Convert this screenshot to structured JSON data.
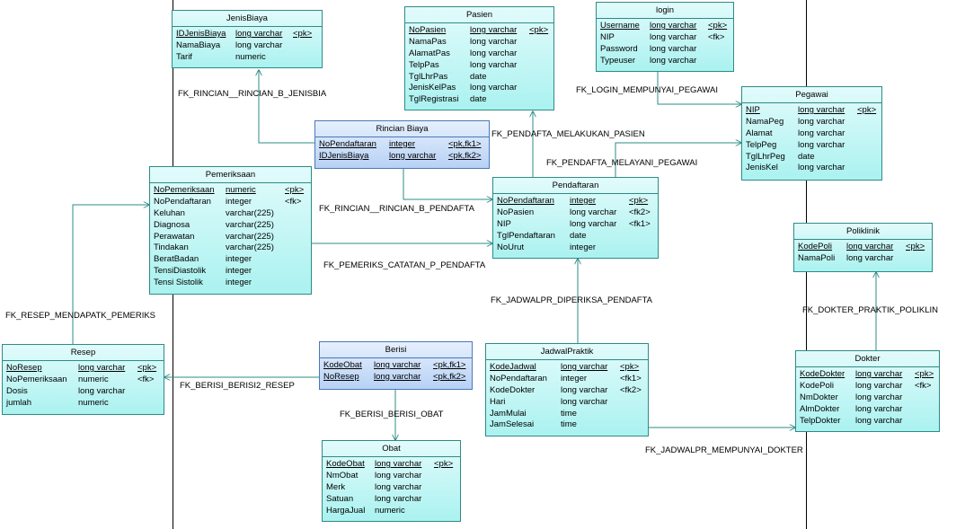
{
  "entities": {
    "jenisbiaya": {
      "title": "JenisBiaya",
      "rows": [
        {
          "name": "IDJenisBiaya",
          "type": "long varchar",
          "key": "<pk>"
        },
        {
          "name": "NamaBiaya",
          "type": "long varchar",
          "key": ""
        },
        {
          "name": "Tarif",
          "type": "numeric",
          "key": ""
        }
      ]
    },
    "pasien": {
      "title": "Pasien",
      "rows": [
        {
          "name": "NoPasien",
          "type": "long varchar",
          "key": "<pk>"
        },
        {
          "name": "NamaPas",
          "type": "long varchar",
          "key": ""
        },
        {
          "name": "AlamatPas",
          "type": "long varchar",
          "key": ""
        },
        {
          "name": "TelpPas",
          "type": "long varchar",
          "key": ""
        },
        {
          "name": "TglLhrPas",
          "type": "date",
          "key": ""
        },
        {
          "name": "JenisKelPas",
          "type": "long varchar",
          "key": ""
        },
        {
          "name": "TglRegistrasi",
          "type": "date",
          "key": ""
        }
      ]
    },
    "login": {
      "title": "login",
      "rows": [
        {
          "name": "Username",
          "type": "long varchar",
          "key": "<pk>"
        },
        {
          "name": "NIP",
          "type": "long varchar",
          "key": "<fk>"
        },
        {
          "name": "Password",
          "type": "long varchar",
          "key": ""
        },
        {
          "name": "Typeuser",
          "type": "long varchar",
          "key": ""
        }
      ]
    },
    "pegawai": {
      "title": "Pegawai",
      "rows": [
        {
          "name": "NIP",
          "type": "long varchar",
          "key": "<pk>"
        },
        {
          "name": "NamaPeg",
          "type": "long varchar",
          "key": ""
        },
        {
          "name": "Alamat",
          "type": "long varchar",
          "key": ""
        },
        {
          "name": "TelpPeg",
          "type": "long varchar",
          "key": ""
        },
        {
          "name": "TglLhrPeg",
          "type": "date",
          "key": ""
        },
        {
          "name": "JenisKel",
          "type": "long varchar",
          "key": ""
        }
      ]
    },
    "rincianbiaya": {
      "title": "Rincian Biaya",
      "rows": [
        {
          "name": "NoPendaftaran",
          "type": "integer",
          "key": "<pk,fk1>"
        },
        {
          "name": "IDJenisBiaya",
          "type": "long varchar",
          "key": "<pk,fk2>"
        }
      ]
    },
    "pemeriksaan": {
      "title": "Pemeriksaan",
      "rows": [
        {
          "name": "NoPemeriksaan",
          "type": "numeric",
          "key": "<pk>"
        },
        {
          "name": "NoPendaftaran",
          "type": "integer",
          "key": "<fk>"
        },
        {
          "name": "Keluhan",
          "type": "varchar(225)",
          "key": ""
        },
        {
          "name": "Diagnosa",
          "type": "varchar(225)",
          "key": ""
        },
        {
          "name": "Perawatan",
          "type": "varchar(225)",
          "key": ""
        },
        {
          "name": "Tindakan",
          "type": "varchar(225)",
          "key": ""
        },
        {
          "name": "BeratBadan",
          "type": "integer",
          "key": ""
        },
        {
          "name": "TensiDiastolik",
          "type": "integer",
          "key": ""
        },
        {
          "name": "Tensi Sistolik",
          "type": "integer",
          "key": ""
        }
      ]
    },
    "pendaftaran": {
      "title": "Pendaftaran",
      "rows": [
        {
          "name": "NoPendaftaran",
          "type": "integer",
          "key": "<pk>"
        },
        {
          "name": "NoPasien",
          "type": "long varchar",
          "key": "<fk2>"
        },
        {
          "name": "NIP",
          "type": "long varchar",
          "key": "<fk1>"
        },
        {
          "name": "TglPendaftaran",
          "type": "date",
          "key": ""
        },
        {
          "name": "NoUrut",
          "type": "integer",
          "key": ""
        }
      ]
    },
    "poliklinik": {
      "title": "Poliklinik",
      "rows": [
        {
          "name": "KodePoli",
          "type": "long varchar",
          "key": "<pk>"
        },
        {
          "name": "NamaPoli",
          "type": "long varchar",
          "key": ""
        }
      ]
    },
    "resep": {
      "title": "Resep",
      "rows": [
        {
          "name": "NoResep",
          "type": "long varchar",
          "key": "<pk>"
        },
        {
          "name": "NoPemeriksaan",
          "type": "numeric",
          "key": "<fk>"
        },
        {
          "name": "Dosis",
          "type": "long varchar",
          "key": ""
        },
        {
          "name": "jumlah",
          "type": "numeric",
          "key": ""
        }
      ]
    },
    "berisi": {
      "title": "Berisi",
      "rows": [
        {
          "name": "KodeObat",
          "type": "long varchar",
          "key": "<pk,fk1>"
        },
        {
          "name": "NoResep",
          "type": "long varchar",
          "key": "<pk,fk2>"
        }
      ]
    },
    "jadwalpraktik": {
      "title": "JadwalPraktik",
      "rows": [
        {
          "name": "KodeJadwal",
          "type": "long varchar",
          "key": "<pk>"
        },
        {
          "name": "NoPendaftaran",
          "type": "integer",
          "key": "<fk1>"
        },
        {
          "name": "KodeDokter",
          "type": "long varchar",
          "key": "<fk2>"
        },
        {
          "name": "Hari",
          "type": "long varchar",
          "key": ""
        },
        {
          "name": "JamMulai",
          "type": "time",
          "key": ""
        },
        {
          "name": "JamSelesai",
          "type": "time",
          "key": ""
        }
      ]
    },
    "dokter": {
      "title": "Dokter",
      "rows": [
        {
          "name": "KodeDokter",
          "type": "long varchar",
          "key": "<pk>"
        },
        {
          "name": "KodePoli",
          "type": "long varchar",
          "key": "<fk>"
        },
        {
          "name": "NmDokter",
          "type": "long varchar",
          "key": ""
        },
        {
          "name": "AlmDokter",
          "type": "long varchar",
          "key": ""
        },
        {
          "name": "TelpDokter",
          "type": "long varchar",
          "key": ""
        }
      ]
    },
    "obat": {
      "title": "Obat",
      "rows": [
        {
          "name": "KodeObat",
          "type": "long varchar",
          "key": "<pk>"
        },
        {
          "name": "NmObat",
          "type": "long varchar",
          "key": ""
        },
        {
          "name": "Merk",
          "type": "long varchar",
          "key": ""
        },
        {
          "name": "Satuan",
          "type": "long varchar",
          "key": ""
        },
        {
          "name": "HargaJual",
          "type": "numeric",
          "key": ""
        }
      ]
    }
  },
  "relations": {
    "rincian_jenisbiaya": "FK_RINCIAN__RINCIAN_B_JENISBIA",
    "pendafta_pasien": "FK_PENDAFTA_MELAKUKAN_PASIEN",
    "login_pegawai": "FK_LOGIN_MEMPUNYAI_PEGAWAI",
    "pendafta_pegawai": "FK_PENDAFTA_MELAYANI_PEGAWAI",
    "rincian_pendafta": "FK_RINCIAN__RINCIAN_B_PENDAFTA",
    "pemeriks_pendafta": "FK_PEMERIKS_CATATAN_P_PENDAFTA",
    "jadwal_pendafta": "FK_JADWALPR_DIPERIKSA_PENDAFTA",
    "dokter_poliklin": "FK_DOKTER_PRAKTIK_POLIKLIN",
    "resep_pemeriks": "FK_RESEP_MENDAPATK_PEMERIKS",
    "berisi_resep": "FK_BERISI_BERISI2_RESEP",
    "berisi_obat": "FK_BERISI_BERISI_OBAT",
    "jadwal_dokter": "FK_JADWALPR_MEMPUNYAI_DOKTER"
  },
  "colors": {
    "entity_border": "#2e8b85",
    "entity_fill": "#aaf2f0",
    "assoc_fill": "#b7d1f5",
    "link": "#2e8b85"
  }
}
